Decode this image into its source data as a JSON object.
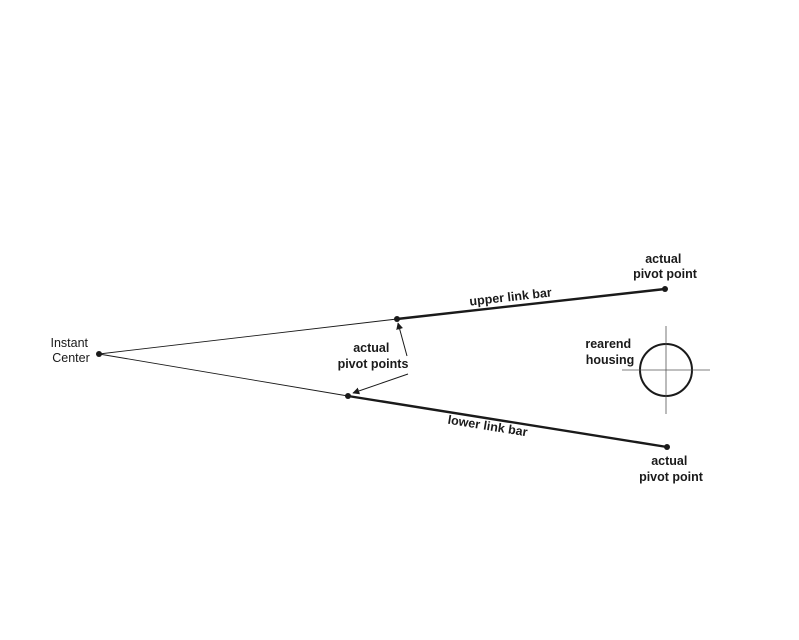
{
  "labels": {
    "instant_center": [
      "Instant",
      "Center"
    ],
    "upper_pivot": [
      "actual",
      "pivot point"
    ],
    "lower_pivot": [
      "actual",
      "pivot point"
    ],
    "mid_pivots": [
      "actual",
      "pivot points"
    ],
    "upper_bar": "upper link bar",
    "lower_bar": "lower link bar",
    "rearend": [
      "rearend",
      "housing"
    ]
  },
  "colors": {
    "line": "#1a1a1a",
    "background": "#ffffff"
  }
}
